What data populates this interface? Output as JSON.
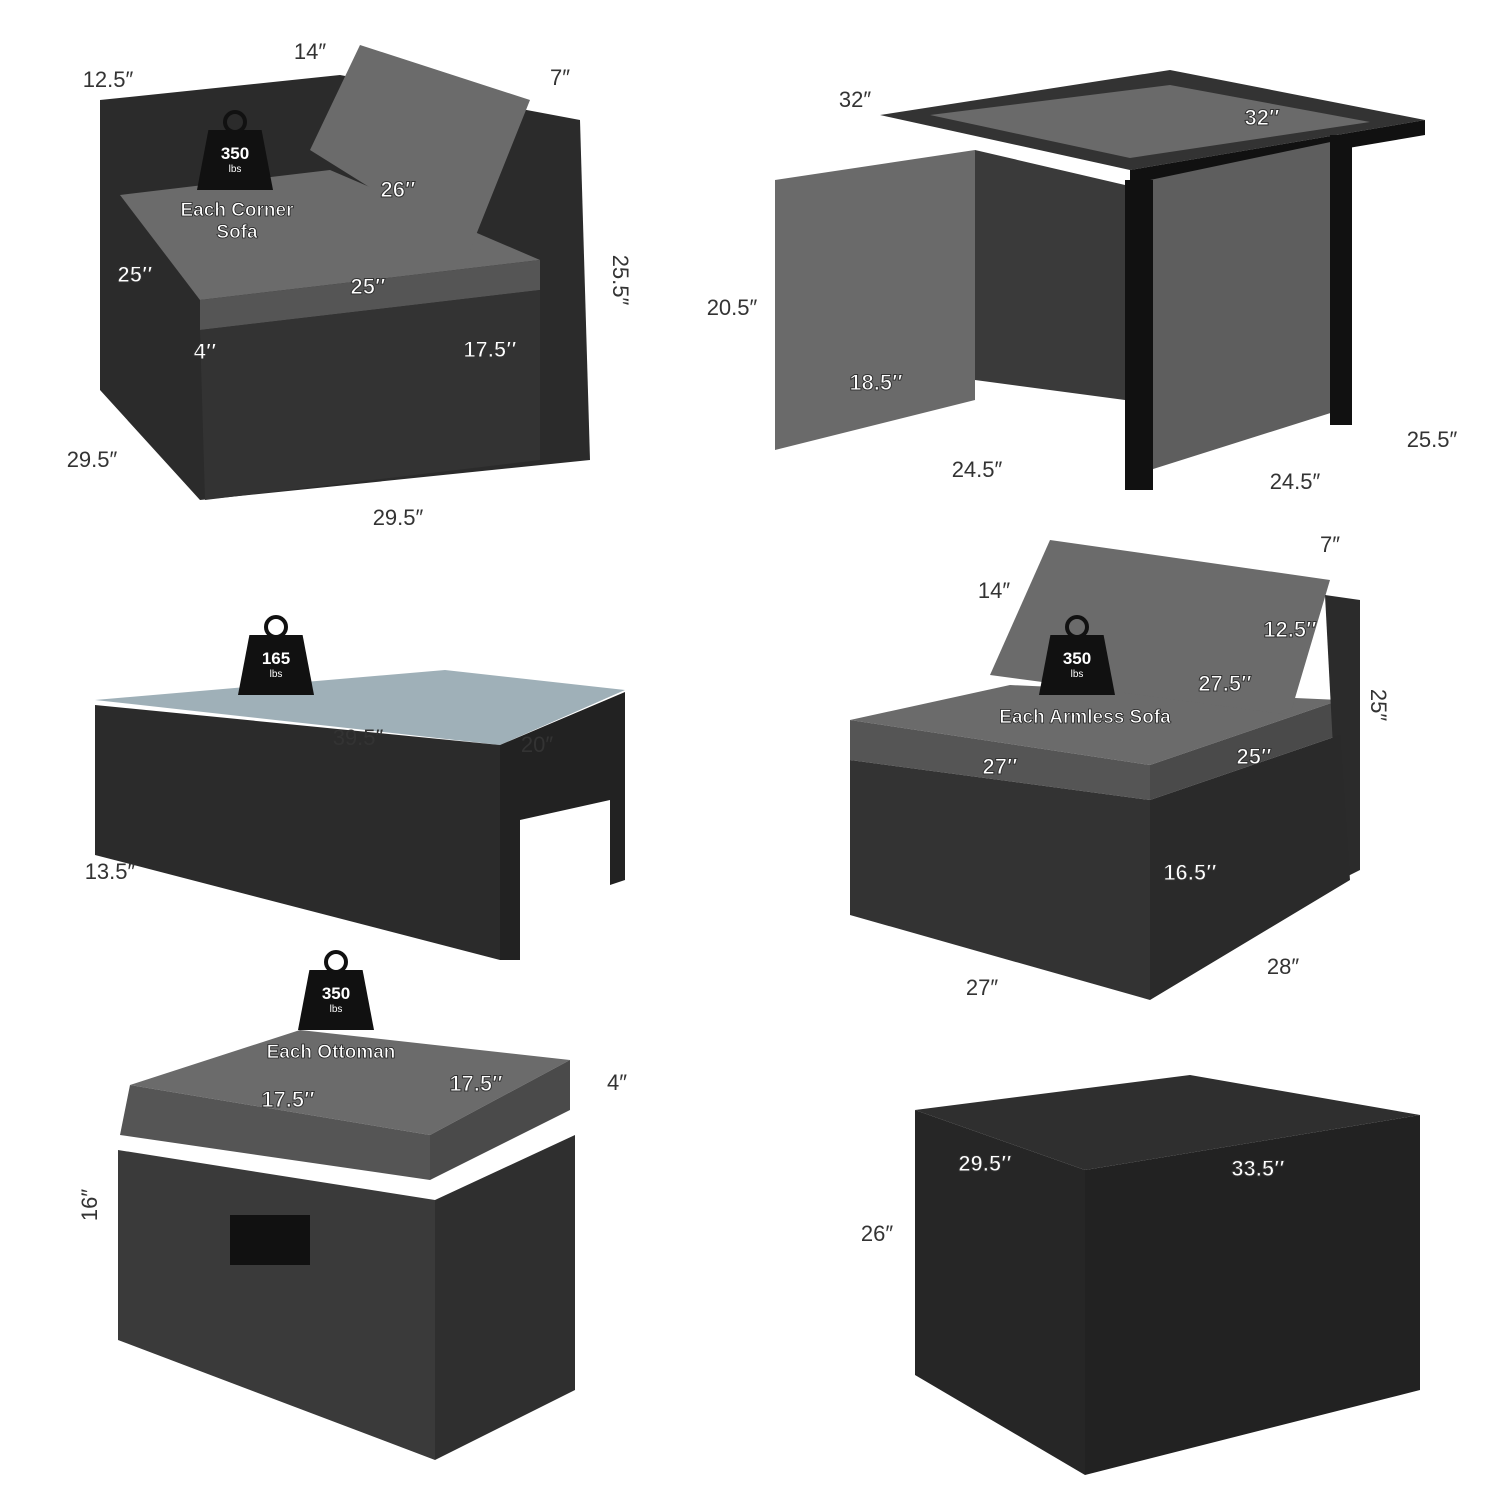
{
  "colors": {
    "wicker": "#2b2b2b",
    "cushion": "#6b6b6b",
    "glass": "#8fa0a8",
    "frame": "#1a1a1a"
  },
  "corner_sofa": {
    "caption_line1": "Each Corner",
    "caption_line2": "Sofa",
    "weight": "350",
    "weight_unit": "lbs",
    "dims": {
      "back_cushion_thickness": "14″",
      "back_height": "12.5″",
      "cushion_depth": "7″",
      "back_width": "26″",
      "seat_depth": "25″",
      "seat_width": "25″",
      "total_height": "25.5″",
      "seat_cushion": "4″",
      "seat_height": "17.5″",
      "depth": "29.5″",
      "width": "29.5″"
    }
  },
  "fire_table": {
    "dims": {
      "top_depth": "32″",
      "top_width": "32″",
      "door_height": "20.5″",
      "door_width": "18.5″",
      "base_depth": "24.5″",
      "base_width": "24.5″",
      "height": "25.5″"
    }
  },
  "coffee_table": {
    "weight": "165",
    "weight_unit": "lbs",
    "dims": {
      "length": "39.5″",
      "width": "20″",
      "height": "13.5″"
    }
  },
  "armless_sofa": {
    "caption": "Each Armless Sofa",
    "weight": "350",
    "weight_unit": "lbs",
    "dims": {
      "cushion_depth": "7″",
      "back_thickness": "14″",
      "back_height": "12.5″",
      "back_width": "27.5″",
      "seat_width": "27″",
      "seat_depth": "25″",
      "height": "25″",
      "seat_height": "16.5″",
      "width": "27″",
      "depth": "28″"
    }
  },
  "ottoman": {
    "caption": "Each Ottoman",
    "weight": "350",
    "weight_unit": "lbs",
    "dims": {
      "width": "17.5″",
      "depth": "17.5″",
      "cushion": "4″",
      "height": "16″"
    }
  },
  "storage_box": {
    "dims": {
      "depth": "29.5″",
      "width": "33.5″",
      "height": "26″"
    }
  }
}
